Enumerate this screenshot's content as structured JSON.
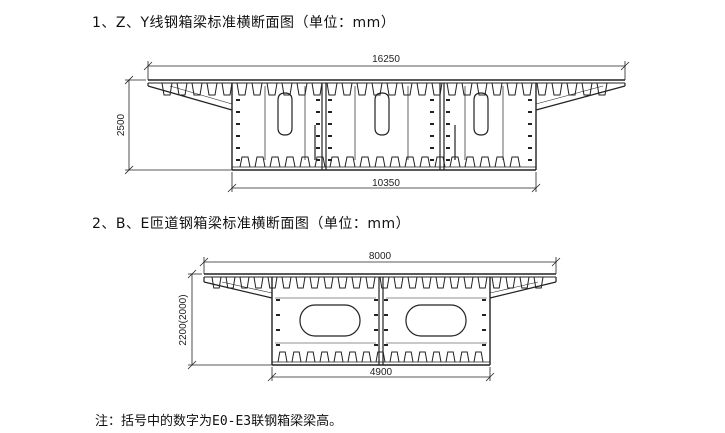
{
  "section1": {
    "title": "1、Z、Y线钢箱梁标准横断面图（单位：mm）",
    "top_width": "16250",
    "bottom_width": "10350",
    "height": "2500"
  },
  "section2": {
    "title": "2、B、E匝道钢箱梁标准横断面图（单位：mm）",
    "top_width": "8000",
    "bottom_width": "4900",
    "height": "2200(2000)"
  },
  "note": "注：括号中的数字为E0-E3联钢箱梁梁高。"
}
